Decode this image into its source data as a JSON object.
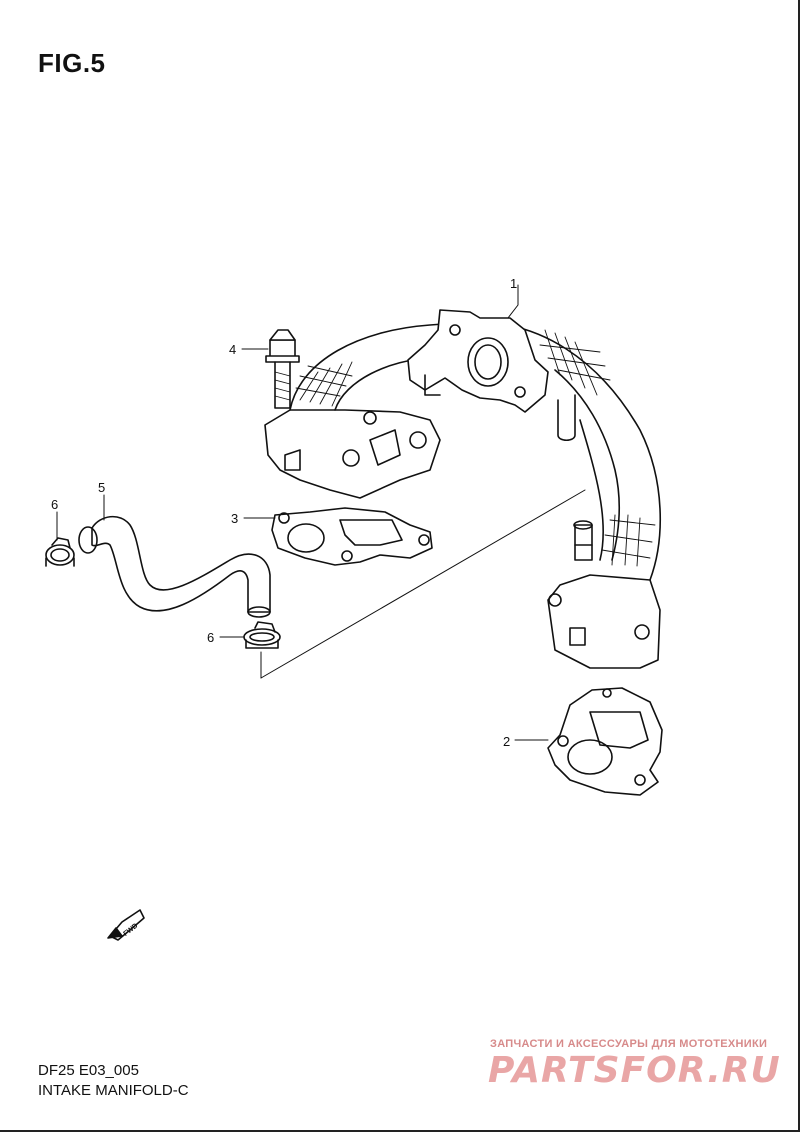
{
  "figure": {
    "title": "FIG.5"
  },
  "callouts": [
    {
      "label": "1",
      "part": "intake-manifold"
    },
    {
      "label": "2",
      "part": "lower-gasket"
    },
    {
      "label": "3",
      "part": "upper-gasket"
    },
    {
      "label": "4",
      "part": "bolt"
    },
    {
      "label": "5",
      "part": "hose"
    },
    {
      "label": "6",
      "part": "hose-clamp-upper"
    },
    {
      "label": "6",
      "part": "hose-clamp-lower"
    }
  ],
  "fwd_marker": {
    "text": "FWD"
  },
  "footer": {
    "code": "DF25 E03_005",
    "name": "INTAKE MANIFOLD-C"
  },
  "watermark": {
    "tagline": "ЗАПЧАСТИ И АКСЕССУАРЫ ДЛЯ МОТОТЕХНИКИ",
    "brand": "PARTSFOR.RU",
    "color": "#e9a6a6"
  }
}
